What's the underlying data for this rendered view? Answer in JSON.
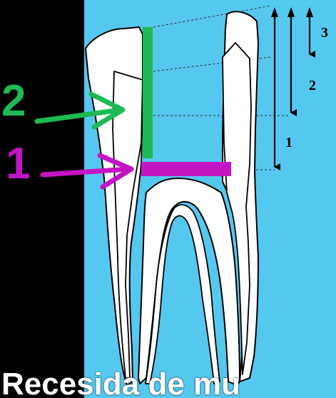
{
  "labels": {
    "marker_2": "2",
    "marker_1": "1",
    "level_3": "3",
    "level_2": "2",
    "level_1": "1"
  },
  "caption": "Recesida de mu",
  "colors": {
    "background": "#000000",
    "panel": "#55c8f0",
    "tooth_fill": "#ffffff",
    "tooth_outline": "#000000",
    "green": "#1db954",
    "magenta": "#c415c4",
    "caption": "#ffffff"
  }
}
